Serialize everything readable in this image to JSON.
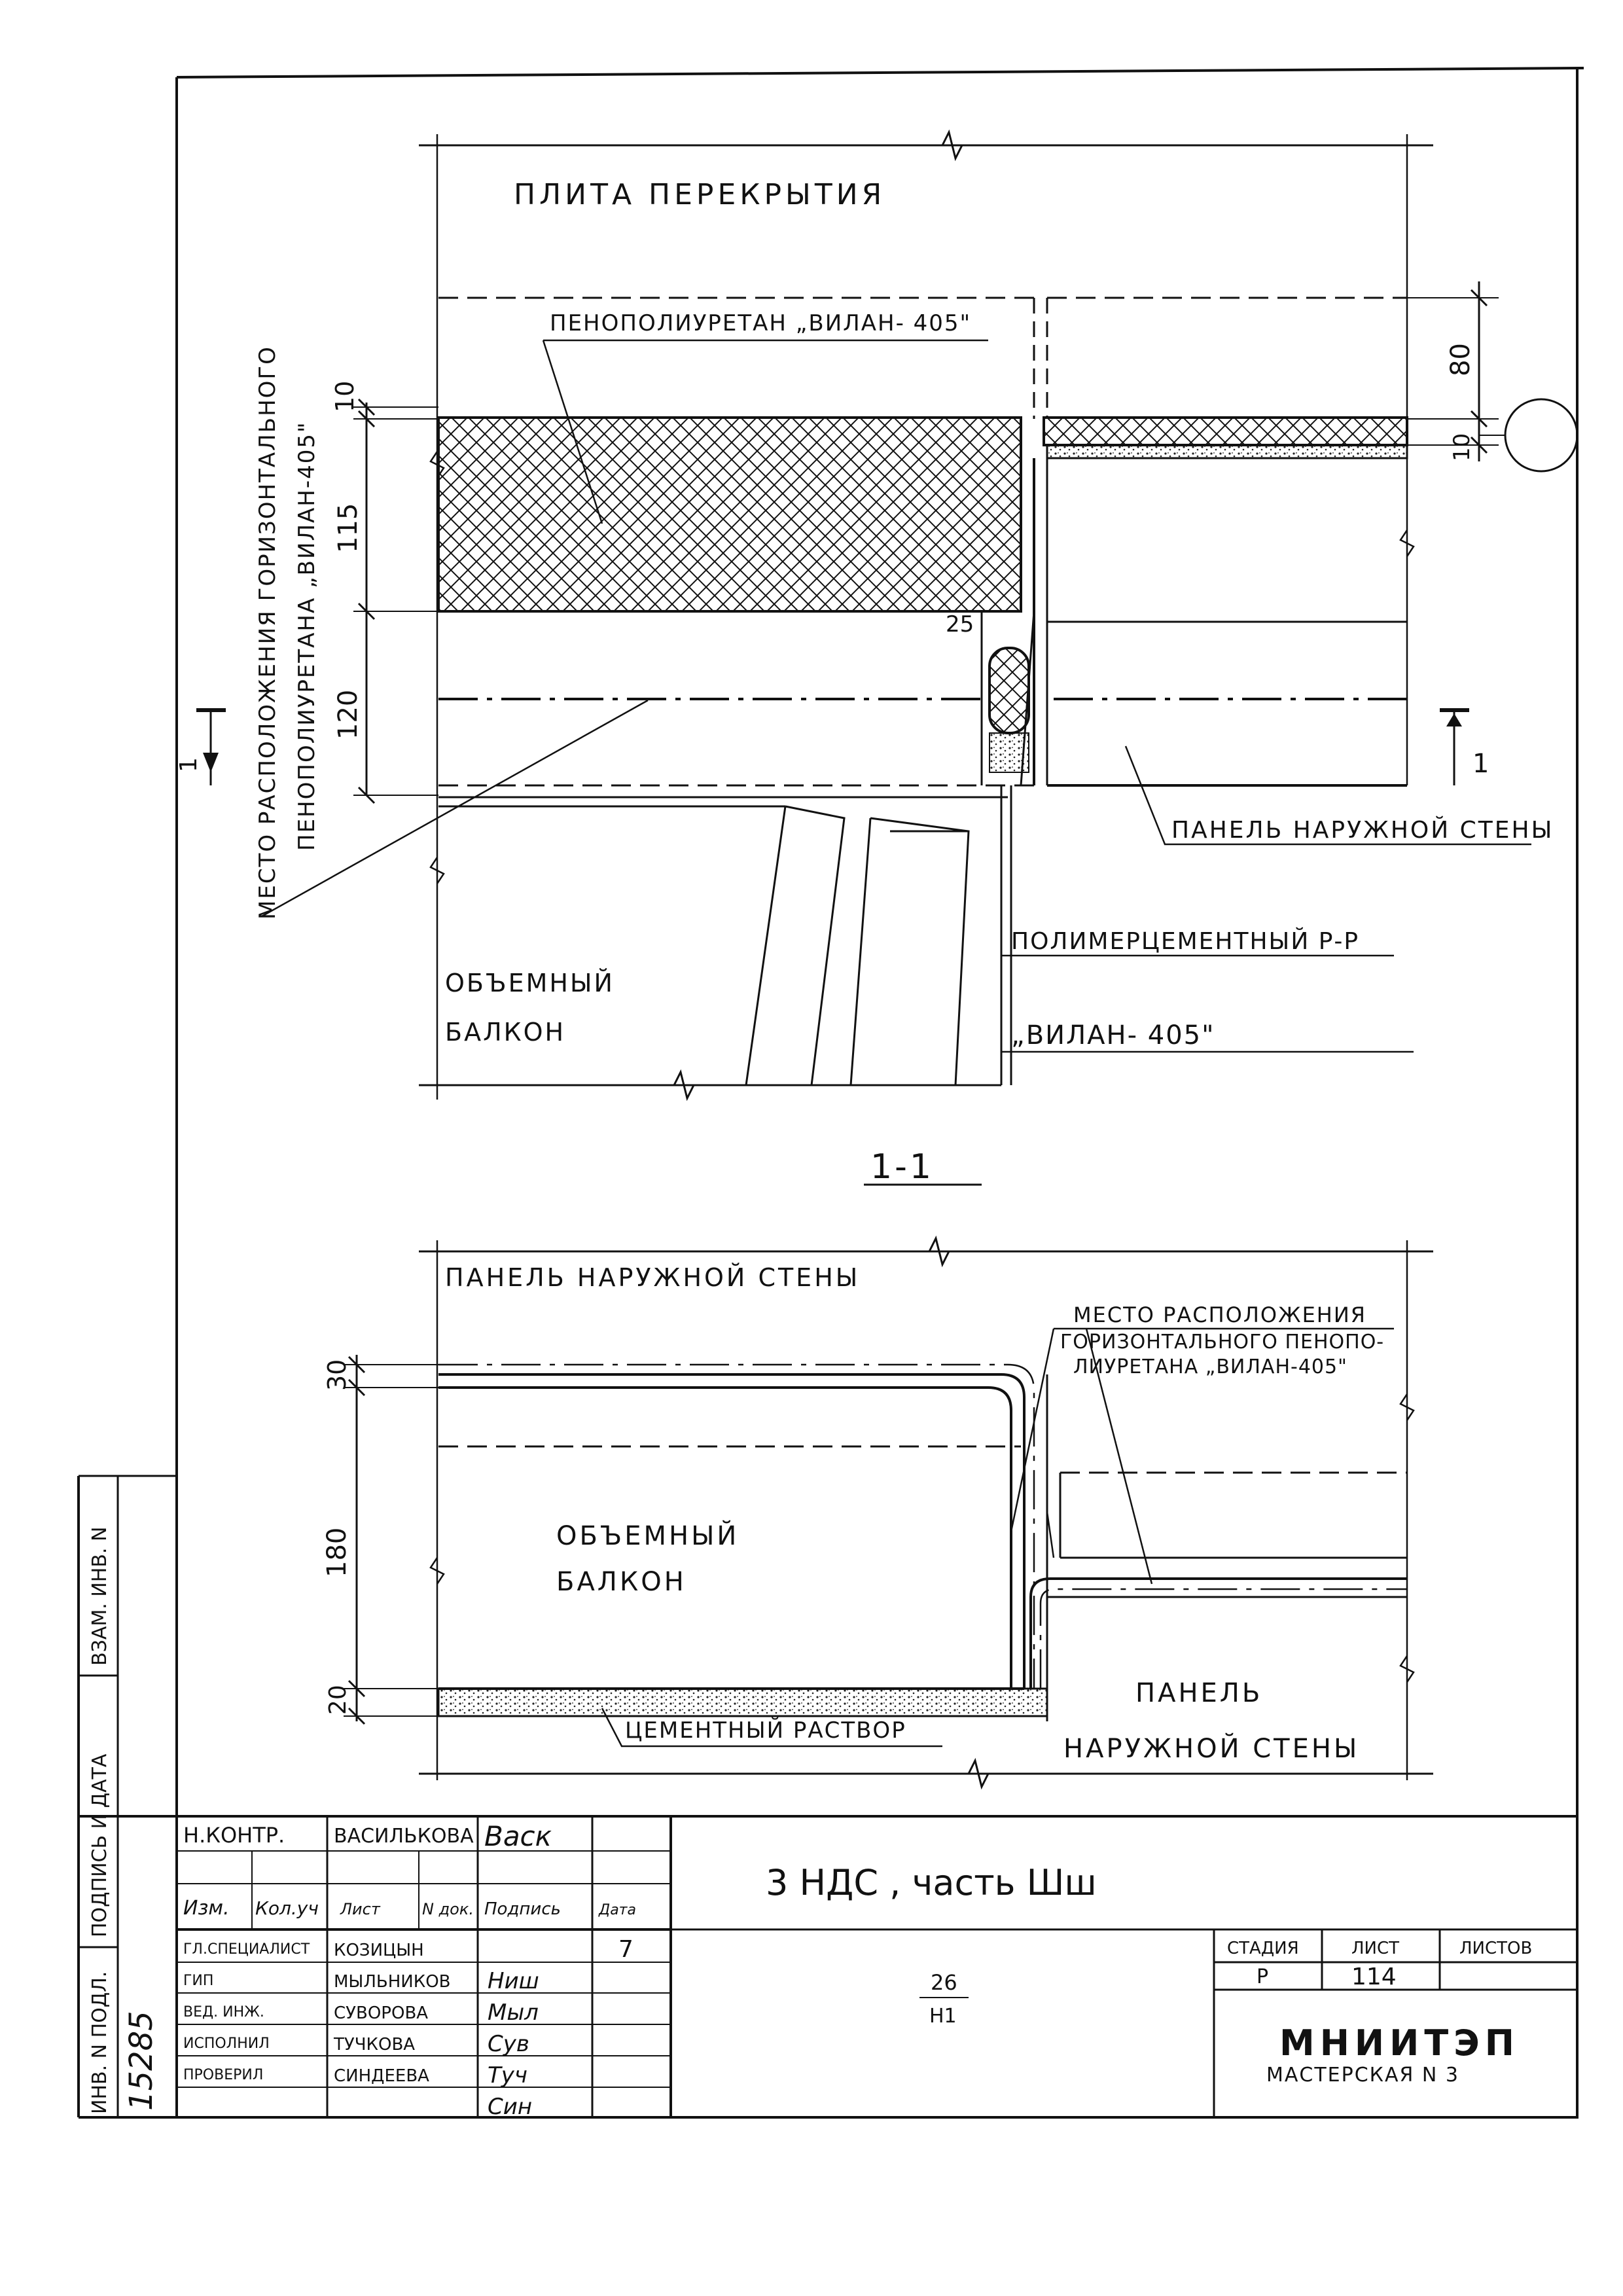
{
  "section_upper": {
    "floor_slab": "ПЛИТА ПЕРЕКРЫТИЯ",
    "foam_label": "ПЕНОПОЛИУРЕТАН „ВИЛАН- 405\"",
    "vertical_note_line1": "МЕСТО РАСПОЛОЖЕНИЯ ГОРИЗОНТАЛЬНОГО",
    "vertical_note_line2": "ПЕНОПОЛИУРЕТАНА „ВИЛАН-405\"",
    "dim_10": "10",
    "dim_115": "115",
    "dim_120": "120",
    "dim_80": "80",
    "dim_10_right": "10",
    "dim_25": "25",
    "cut_mark_left": "1",
    "cut_mark_right": "1",
    "outer_wall_panel": "ПАНЕЛЬ НАРУЖНОЙ СТЕНЫ",
    "polymer_mortar": "ПОЛИМЕРЦЕМЕНТНЫЙ Р-Р",
    "vilan": "„ВИЛАН- 405\"",
    "balcony_line1": "ОБЪЕМНЫЙ",
    "balcony_line2": "БАЛКОН"
  },
  "section_lower": {
    "title": "1-1",
    "outer_wall_panel": "ПАНЕЛЬ НАРУЖНОЙ СТЕНЫ",
    "location_line1": "МЕСТО РАСПОЛОЖЕНИЯ",
    "location_line2": "ГОРИЗОНТАЛЬНОГО ПЕНОПО-",
    "location_line3": "ЛИУРЕТАНА „ВИЛАН-405\"",
    "dim_30": "30",
    "dim_180": "180",
    "dim_20": "20",
    "balcony_line1": "ОБЪЕМНЫЙ",
    "balcony_line2": "БАЛКОН",
    "cement_mortar": "ЦЕМЕНТНЫЙ РАСТВОР",
    "panel_line1": "ПАНЕЛЬ",
    "panel_line2": "НАРУЖНОЙ СТЕНЫ"
  },
  "side_stamp": {
    "col1": "ИНВ. N ПОДЛ.",
    "col2": "ПОДПИСЬ И ДАТА",
    "col3": "ВЗАМ. ИНВ. N",
    "inv_number": "15285"
  },
  "title_block": {
    "n_kontr": "Н.КОНТР.",
    "n_kontr_name": "ВАСИЛЬКОВА",
    "headers": [
      "Изм.",
      "Кол.уч",
      "Лист",
      "N док.",
      "Подпись",
      "Дата"
    ],
    "roles": [
      "ГЛ.СПЕЦИАЛИСТ",
      "ГИП",
      "ВЕД. ИНЖ.",
      "ИСПОЛНИЛ",
      "ПРОВЕРИЛ"
    ],
    "names": [
      "КОЗИЦЫН",
      "МЫЛЬНИКОВ",
      "СУВОРОВА",
      "ТУЧКОВА",
      "СИНДЕЕВА"
    ],
    "signatures": [
      "Васк",
      "Ниш",
      "Мыл",
      "Сув",
      "Туч",
      "Син"
    ],
    "date_mark": "7",
    "project": "3 НДС , часть Шш",
    "code_top": "26",
    "code_bottom": "Н1",
    "stage_header": "СТАДИЯ",
    "sheet_header": "ЛИСТ",
    "sheets_header": "ЛИСТОВ",
    "stage": "Р",
    "sheet": "114",
    "sheets": "",
    "org": "МНИИТЭП",
    "workshop": "МАСТЕРСКАЯ N 3"
  }
}
